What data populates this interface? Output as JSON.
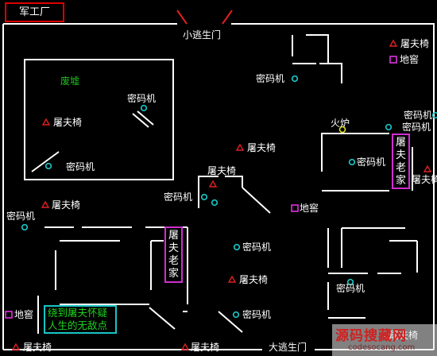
{
  "map": {
    "title": "军工厂",
    "ruins_label": "废墟",
    "small_gate": "小逃生门",
    "big_gate": "大逃生门",
    "stove": "火炉",
    "tip_lines": [
      "绕到屠夫怀疑",
      "人生的无敌点"
    ],
    "butcher_home_chars": [
      "屠",
      "夫",
      "老",
      "家"
    ],
    "cipher_label": "密码机",
    "chair_label": "屠夫椅",
    "cellar_label": "地窖",
    "partial_chair_label": "屠夫椅",
    "partial_cipher_label": "密码机"
  },
  "watermark": {
    "main": "源码搜藏网",
    "sub": "codesocang.com"
  },
  "colors": {
    "wall": "#ffffff",
    "cipher": "#18c4c4",
    "chair": "#e02020",
    "cellar": "#d02fd0",
    "stove": "#e0e020",
    "ruins": "#1ec21e",
    "title_border": "#dd0000"
  }
}
